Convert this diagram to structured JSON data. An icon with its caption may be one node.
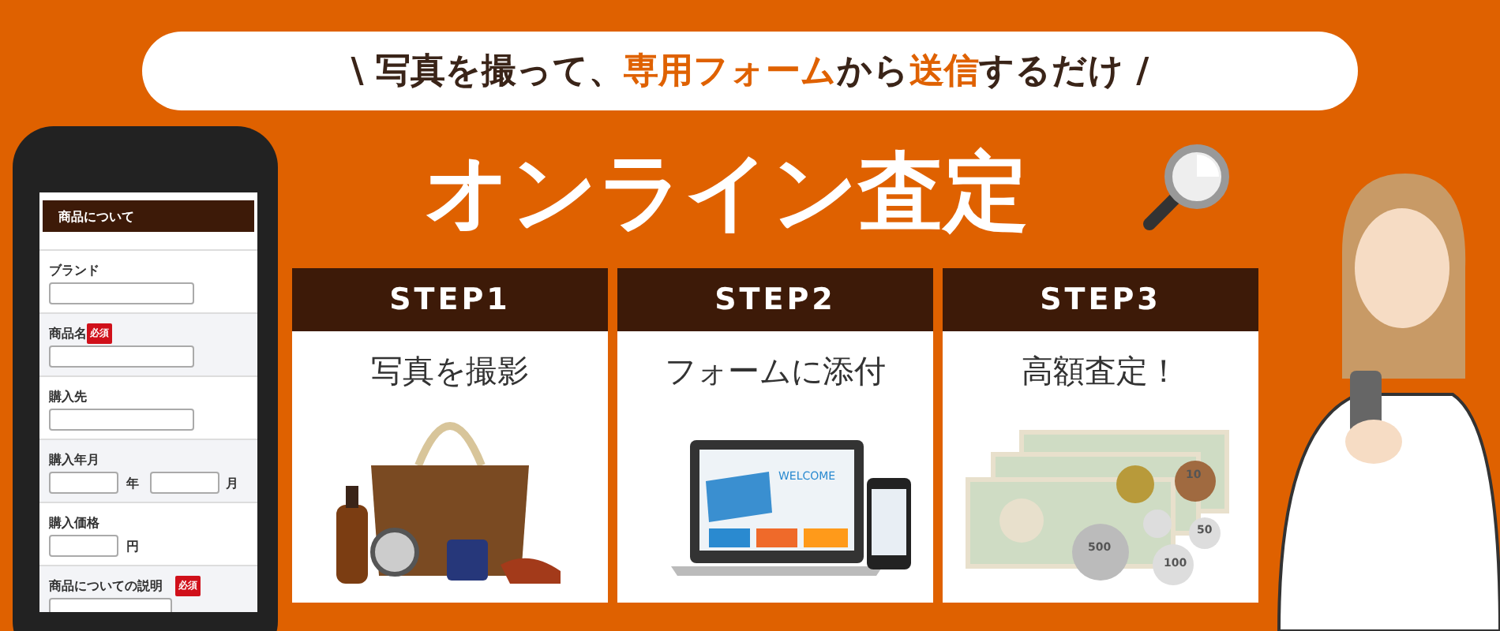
{
  "diagram": {
    "nodes": [
      {
        "text": [
          "STEP1",
          "写真を撮影"
        ]
      },
      {
        "text": [
          "STEP2",
          "フォームに添付"
        ]
      },
      {
        "text": [
          "STEP3",
          "高額査定！"
        ]
      }
    ],
    "edges": [],
    "labels": [
      "\\ 写真を撮って、**専用フォーム**から**送信**するだけ /",
      "オンライン査定",
      "商品について",
      "ブランド",
      "商品名",
      "必須",
      "購入先",
      "購入年月",
      "年",
      "月",
      "購入価格",
      "円",
      "商品についての説明",
      "必須",
      "WELCOME",
      "10",
      "50",
      "500",
      "100"
    ]
  }
}
